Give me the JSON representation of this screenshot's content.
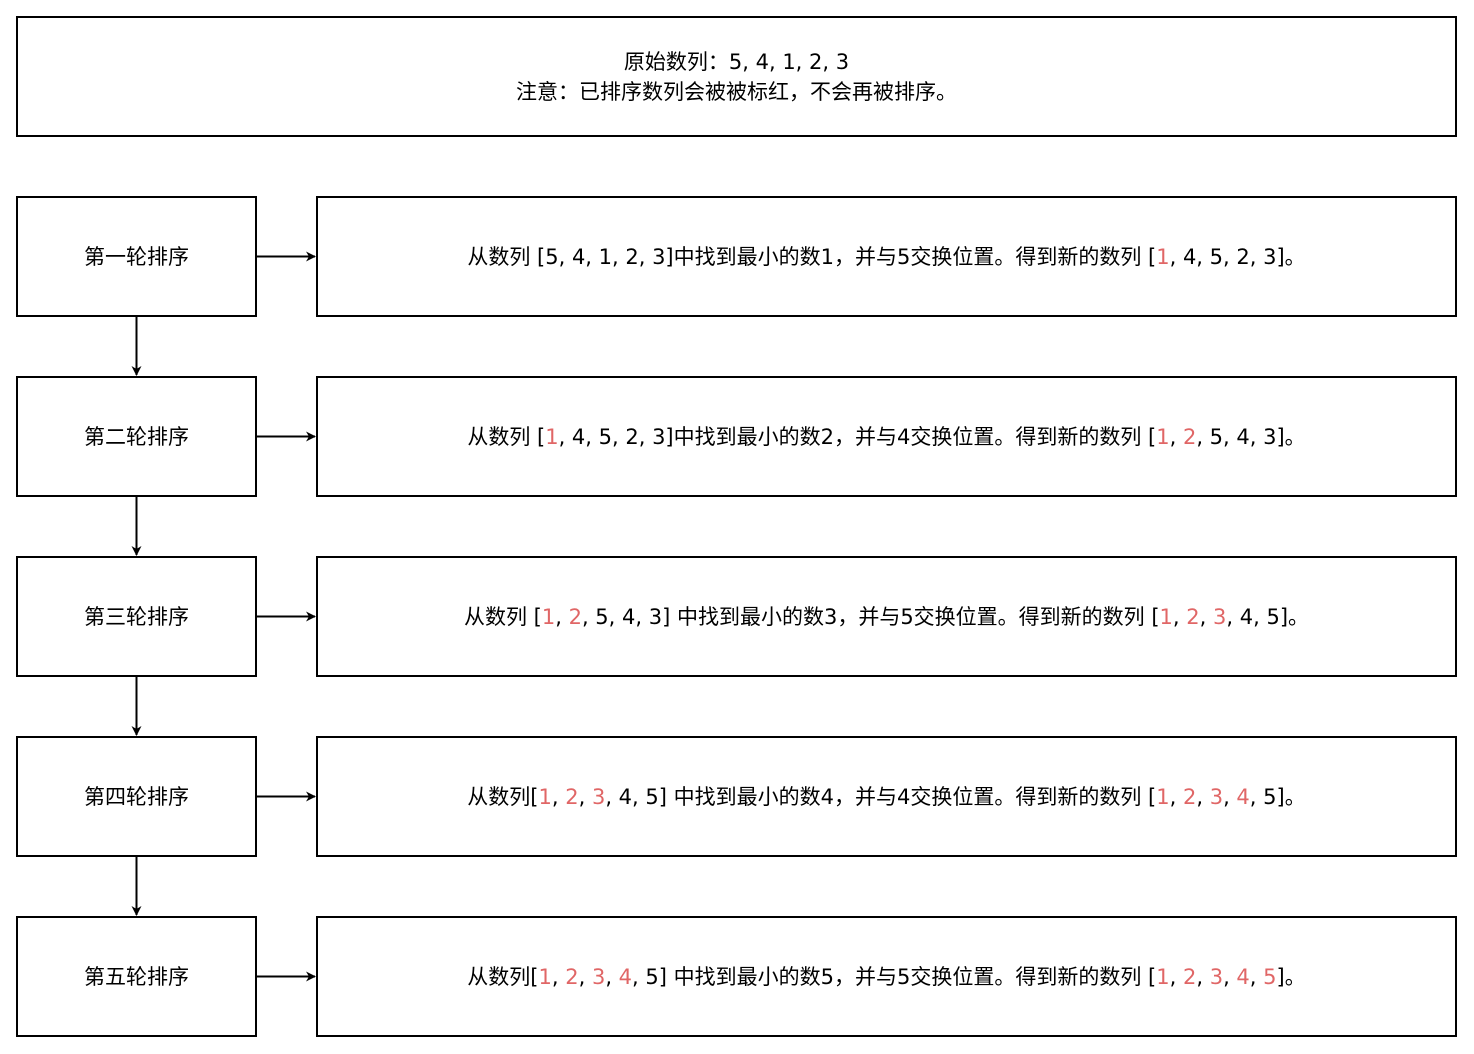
{
  "colors": {
    "border": "#000000",
    "highlight": "#e06666"
  },
  "header": {
    "line1": "原始数列：5, 4, 1, 2, 3",
    "line2": "注意：已排序数列会被被标红，不会再被排序。"
  },
  "rounds": [
    {
      "label": "第一轮排序",
      "parts": [
        {
          "t": "从数列 [5, 4, 1, 2, 3]中找到最小的数1，并与5交换位置。得到新的数列 ["
        },
        {
          "t": "1",
          "red": true
        },
        {
          "t": ", 4, 5, 2, 3]。"
        }
      ]
    },
    {
      "label": "第二轮排序",
      "parts": [
        {
          "t": "从数列 ["
        },
        {
          "t": "1",
          "red": true
        },
        {
          "t": ", 4, 5, 2, 3]中找到最小的数2，并与4交换位置。得到新的数列 ["
        },
        {
          "t": "1",
          "red": true
        },
        {
          "t": ", "
        },
        {
          "t": "2",
          "red": true
        },
        {
          "t": ", 5, 4, 3]。"
        }
      ]
    },
    {
      "label": "第三轮排序",
      "parts": [
        {
          "t": "从数列 ["
        },
        {
          "t": "1",
          "red": true
        },
        {
          "t": ", "
        },
        {
          "t": "2",
          "red": true
        },
        {
          "t": ", 5, 4, 3] 中找到最小的数3，并与5交换位置。得到新的数列 ["
        },
        {
          "t": "1",
          "red": true
        },
        {
          "t": ", "
        },
        {
          "t": "2",
          "red": true
        },
        {
          "t": ", "
        },
        {
          "t": "3",
          "red": true
        },
        {
          "t": ", 4, 5]。"
        }
      ]
    },
    {
      "label": "第四轮排序",
      "parts": [
        {
          "t": "从数列["
        },
        {
          "t": "1",
          "red": true
        },
        {
          "t": ", "
        },
        {
          "t": "2",
          "red": true
        },
        {
          "t": ", "
        },
        {
          "t": "3",
          "red": true
        },
        {
          "t": ", 4, 5] 中找到最小的数4，并与4交换位置。得到新的数列 ["
        },
        {
          "t": "1",
          "red": true
        },
        {
          "t": ", "
        },
        {
          "t": "2",
          "red": true
        },
        {
          "t": ", "
        },
        {
          "t": "3",
          "red": true
        },
        {
          "t": ", "
        },
        {
          "t": "4",
          "red": true
        },
        {
          "t": ", 5]。"
        }
      ]
    },
    {
      "label": "第五轮排序",
      "parts": [
        {
          "t": "从数列["
        },
        {
          "t": "1",
          "red": true
        },
        {
          "t": ", "
        },
        {
          "t": "2",
          "red": true
        },
        {
          "t": ", "
        },
        {
          "t": "3",
          "red": true
        },
        {
          "t": ", "
        },
        {
          "t": "4",
          "red": true
        },
        {
          "t": ", 5] 中找到最小的数5，并与5交换位置。得到新的数列 ["
        },
        {
          "t": "1",
          "red": true
        },
        {
          "t": ", "
        },
        {
          "t": "2",
          "red": true
        },
        {
          "t": ", "
        },
        {
          "t": "3",
          "red": true
        },
        {
          "t": ", "
        },
        {
          "t": "4",
          "red": true
        },
        {
          "t": ", "
        },
        {
          "t": "5",
          "red": true
        },
        {
          "t": "]。"
        }
      ]
    }
  ]
}
